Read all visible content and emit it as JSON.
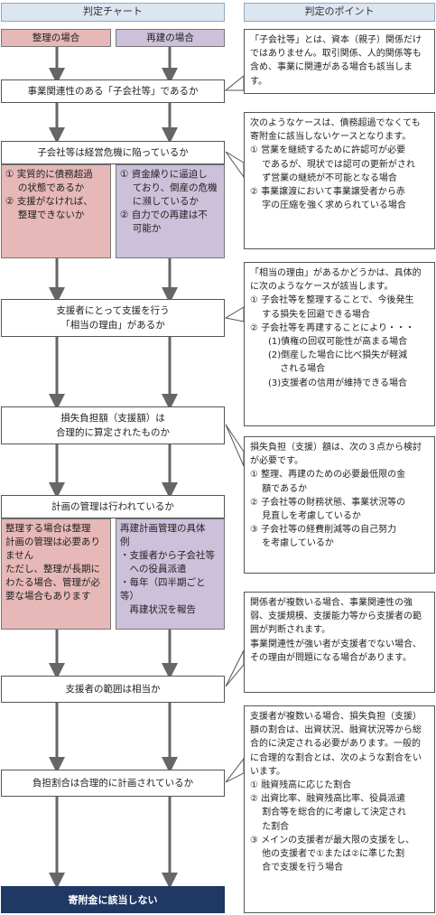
{
  "headers": {
    "chart": "判定チャート",
    "points": "判定のポイント"
  },
  "top": {
    "cleanup": "整理の場合",
    "rebuild": "再建の場合"
  },
  "steps": {
    "s1": "事業関連性のある「子会社等」であるか",
    "s2": "子会社等は経営危機に陥っているか",
    "s3a": "支援者にとって支援を行う",
    "s3b": "「相当の理由」があるか",
    "s4a": "損失負担額（支援額）は",
    "s4b": "合理的に算定されたものか",
    "s5": "計画の管理は行われているか",
    "s6": "支援者の範囲は相当か",
    "s7": "負担割合は合理的に計画されているか",
    "final": "寄附金に該当しない"
  },
  "branches": {
    "crisis_cleanup": "① 実質的に債務超過\n　 の状態であるか\n② 支援がなければ、\n　 整理できないか",
    "crisis_rebuild": "① 資金繰りに逼迫し\n　 ており、倒産の危機\n　 に瀕しているか\n② 自力での再建は不\n　 可能か",
    "plan_cleanup": "整理する場合は整理\n計画の管理は必要あり\nません\nただし、整理が長期に\nわたる場合、管理が必\n要な場合もあります",
    "plan_rebuild": "再建計画管理の具体\n例\n・支援者から子会社等\n　への役員派遣\n・毎年（四半期ごと等）\n　再建状況を報告"
  },
  "notes": {
    "n1": "「子会社等」とは、資本（親子）関係だけではありません。取引関係、人的関係等も含め、事業に関連がある場合も該当します。",
    "n2": "次のようなケースは、債務超過でなくても寄附金に該当しないケースとなります。\n① 営業を継続するために許認可が必要\n　 であるが、現状では認可の更新がされ\n　 ず営業の継続が不可能となる場合\n② 事業譲渡において事業譲受者から赤\n　 字の圧縮を強く求められている場合",
    "n3": "「相当の理由」があるかどうかは、具体的に次のようなケースが該当します。\n① 子会社等を整理することで、今後発生\n　 する損失を回避できる場合\n② 子会社等を再建することにより・・・\n　　(1)債権の回収可能性が高まる場合\n　　(2)倒産した場合に比べ損失が軽減\n　　　 される場合\n　　(3)支援者の信用が維持できる場合",
    "n4": "損失負担（支援）額は、次の３点から検討が必要です。\n① 整理、再建のための必要最低限の金\n　 額であるか\n② 子会社等の財務状態、事業状況等の\n　 見直しを考慮しているか\n③ 子会社等の経費削減等の自己努力\n　 を考慮しているか",
    "n5": "関係者が複数いる場合、事業関連性の強弱、支援規模、支援能力等から支援者の範囲が判断されます。\n事業関連性が強い者が支援者でない場合、その理由が問題になる場合があります。",
    "n6": "支援者が複数いる場合、損失負担（支援）額の割合は、出資状況、融資状況等から総合的に決定される必要があります。一般的に合理的な割合とは、次のような割合をいいます。\n① 融資残高に応じた割合\n② 出資比率、融資残高比率、役員派遣\n　 割合等を総合的に考慮して決定され\n　 た割合\n③ メインの支援者が最大限の支援をし、\n　 他の支援者で①または②に準じた割\n　 合で支援を行う場合"
  },
  "colors": {
    "header": "#dce6f1",
    "pink": "#e6b8b7",
    "lavender": "#ccc0da",
    "final": "#1f3864",
    "arrow": "#666666"
  }
}
